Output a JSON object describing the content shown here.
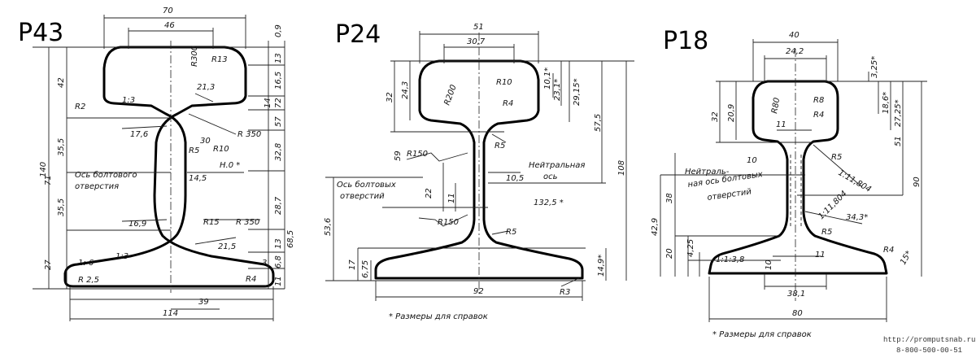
{
  "profiles": {
    "p43": {
      "title": "P43",
      "labels": {
        "w70": "70",
        "w46": "46",
        "r300": "R300",
        "r13": "R13",
        "d09": "0,9",
        "h13": "13",
        "h16_5": "16,5",
        "h14": "14",
        "h72": "72",
        "h57": "57",
        "h32_8": "32,8",
        "h28_7": "28,7",
        "h13b": "13",
        "h68_5": "68,5",
        "h6_8": "6,8",
        "h11": "11",
        "h42": "42",
        "h140": "140",
        "h35_5a": "35,5",
        "h71": "71",
        "h35_5b": "35,5",
        "h27": "27",
        "r2": "R2",
        "slope13a": "1:3",
        "w21_3": "21,3",
        "w17_6": "17,6",
        "r30": "30",
        "r5": "R5",
        "r10": "R10",
        "r350a": "R 350",
        "h0": "H.0 *",
        "bolt_axis_1": "Ось болтового",
        "bolt_axis_2": "отверстия",
        "w14_5": "14,5",
        "w16_9": "16,9",
        "r15": "R15",
        "r350b": "R 350",
        "w21_5": "21,5",
        "slope16": "1: 6",
        "slope13b": "1:3",
        "r2_5": "R 2,5",
        "r4": "R4",
        "d3": "3",
        "w39": "39",
        "w114": "114"
      }
    },
    "p24": {
      "title": "P24",
      "labels": {
        "w51": "51",
        "w30_7": "30,7",
        "h32": "32",
        "h24_3": "24,3",
        "r200": "R200",
        "r10": "R10",
        "h10_1": "10,1*",
        "h23_1": "23,1*",
        "h29_15": "29,15*",
        "r4": "R4",
        "h57_5": "57,5",
        "h108": "108",
        "r150a": "R150",
        "d59": "59",
        "r5a": "R5",
        "neutral_1": "Нейтральная",
        "neutral_2": "ось",
        "w10_5": "10,5",
        "bolt_1": "Ось болтовых",
        "bolt_2": "отверстий",
        "h22": "22",
        "h11": "11",
        "w132_5": "132,5 *",
        "r150b": "R150",
        "h53_6": "53,6",
        "r5b": "R5",
        "h17": "17",
        "h6_75": "6,75",
        "h14_9": "14,9*",
        "w92": "92",
        "r3": "R3",
        "footnote": "* Размеры для справок"
      }
    },
    "p18": {
      "title": "P18",
      "labels": {
        "w40": "40",
        "w24_2": "24,2",
        "h3_25": "3,25*",
        "h32": "32",
        "h20_9": "20,9",
        "r80": "R80",
        "r8": "R8",
        "r4": "R4",
        "h18_6": "18,6*",
        "h27_25": "27,25*",
        "h51": "51",
        "h90": "90",
        "w11": "11",
        "r5a": "R5",
        "slope804a": "1:11,804",
        "w10": "10",
        "neutral_1": "Нейтраль-",
        "neutral_2": "ная ось болтовых",
        "neutral_3": "отверстий",
        "h38": "38",
        "slope804b": "1:11,804",
        "w34_3": "34,3*",
        "h42_9": "42,9",
        "r5b": "R5",
        "h20": "20",
        "h4_25": "4,25",
        "slope38": "1:1:3,8",
        "w11b": "11",
        "h10": "10",
        "r4b": "R4",
        "h15": "15*",
        "w38_1": "38,1",
        "w80": "80",
        "footnote": "* Размеры для справок"
      }
    }
  },
  "footer": {
    "url": "http://promputsnab.ru/",
    "phone": "8-800-500-00-51"
  }
}
